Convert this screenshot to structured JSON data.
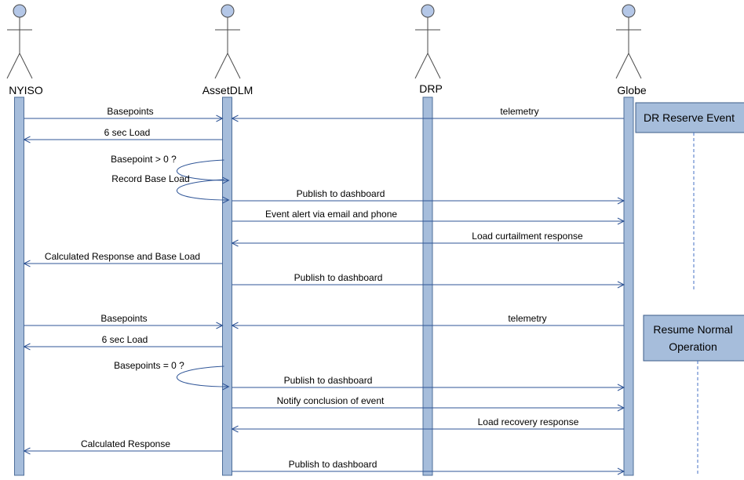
{
  "actors": [
    {
      "name": "NYISO"
    },
    {
      "name": "AssetDLM"
    },
    {
      "name": "DRP"
    },
    {
      "name": "Globe"
    }
  ],
  "notes": [
    {
      "lines": [
        "DR Reserve Event"
      ]
    },
    {
      "lines": [
        "Resume Normal",
        "Operation"
      ]
    }
  ],
  "messages": [
    {
      "label": "Basepoints",
      "from": "NYISO",
      "to": "AssetDLM"
    },
    {
      "label": "telemetry",
      "from": "Globe",
      "to": "AssetDLM"
    },
    {
      "label": "6 sec Load",
      "from": "AssetDLM",
      "to": "NYISO"
    },
    {
      "label": "Basepoint > 0 ?",
      "from": "AssetDLM",
      "to": "AssetDLM"
    },
    {
      "label": "Record Base Load",
      "from": "AssetDLM",
      "to": "AssetDLM"
    },
    {
      "label": "Publish to dashboard",
      "from": "AssetDLM",
      "to": "Globe"
    },
    {
      "label": "Event alert via email and phone",
      "from": "AssetDLM",
      "to": "Globe"
    },
    {
      "label": "Load curtailment response",
      "from": "Globe",
      "to": "AssetDLM"
    },
    {
      "label": "Calculated Response and Base Load",
      "from": "AssetDLM",
      "to": "NYISO"
    },
    {
      "label": "Publish to dashboard",
      "from": "AssetDLM",
      "to": "Globe"
    },
    {
      "label": "Basepoints",
      "from": "NYISO",
      "to": "AssetDLM"
    },
    {
      "label": "telemetry",
      "from": "Globe",
      "to": "AssetDLM"
    },
    {
      "label": "6 sec Load",
      "from": "AssetDLM",
      "to": "NYISO"
    },
    {
      "label": "Basepoints = 0 ?",
      "from": "AssetDLM",
      "to": "AssetDLM"
    },
    {
      "label": "Publish to dashboard",
      "from": "AssetDLM",
      "to": "Globe"
    },
    {
      "label": "Notify conclusion of event",
      "from": "AssetDLM",
      "to": "Globe"
    },
    {
      "label": "Load recovery response",
      "from": "Globe",
      "to": "AssetDLM"
    },
    {
      "label": "Calculated Response",
      "from": "AssetDLM",
      "to": "NYISO"
    },
    {
      "label": "Publish to dashboard",
      "from": "AssetDLM",
      "to": "Globe"
    }
  ],
  "colors": {
    "lifeline_fill": "#a6bddb",
    "lifeline_stroke": "#4f6f9a",
    "actor_fill": "#b4c7e7",
    "actor_stroke": "#4a4a4a",
    "arrow": "#2f5597",
    "note_fill": "#a6bddb",
    "note_stroke": "#3c5d8a",
    "dash": "#4472c4"
  }
}
